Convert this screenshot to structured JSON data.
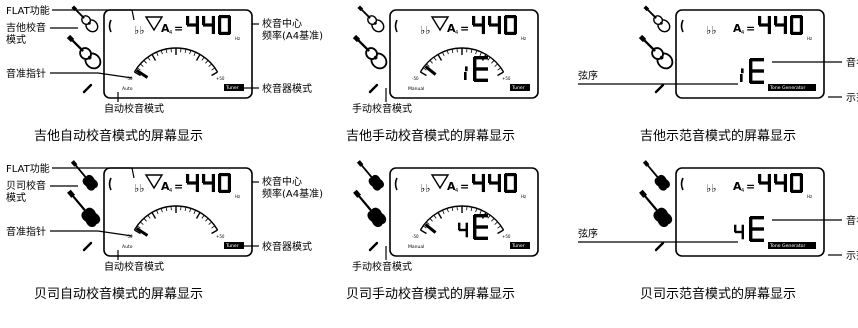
{
  "panels": [
    {
      "caption": "吉他自动校音模式的屏幕显示",
      "mode": "auto",
      "string_label": "",
      "mode_text": "Auto",
      "badge": "Tuner",
      "callouts": {
        "flat": "FLAT功能",
        "instrument_line1": "吉他校音",
        "instrument_line2": "模式",
        "needle": "音准指针",
        "center_line1": "校音中心",
        "center_line2": "频率(A4基准)",
        "tuner_mode": "校音器模式",
        "mode_label": "自动校音模式"
      }
    },
    {
      "caption": "吉他手动校音模式的屏幕显示",
      "mode": "manual",
      "string_label": "1E",
      "mode_text": "Manual",
      "badge": "Tuner",
      "callouts": {
        "mode_label": "手动校音模式"
      }
    },
    {
      "caption": "吉他示范音模式的屏幕显示",
      "mode": "tone",
      "string_label": "1E",
      "mode_text": "",
      "badge": "Tone Generator",
      "callouts": {
        "string_no": "弦序",
        "note_name": "音名",
        "tone_mode": "示范音"
      }
    },
    {
      "caption": "贝司自动校音模式的屏幕显示",
      "mode": "auto",
      "string_label": "",
      "mode_text": "Auto",
      "badge": "Tuner",
      "callouts": {
        "flat": "FLAT功能",
        "instrument_line1": "贝司校音",
        "instrument_line2": "模式",
        "needle": "音准指针",
        "center_line1": "校音中心",
        "center_line2": "频率(A4基准)",
        "tuner_mode": "校音器模式",
        "mode_label": "自动校音模式"
      }
    },
    {
      "caption": "贝司手动校音模式的屏幕显示",
      "mode": "manual",
      "string_label": "4E",
      "mode_text": "Manual",
      "badge": "Tuner",
      "callouts": {
        "mode_label": "手动校音模式"
      }
    },
    {
      "caption": "贝司示范音模式的屏幕显示",
      "mode": "tone",
      "string_label": "4E",
      "mode_text": "",
      "badge": "Tone Generator",
      "callouts": {
        "string_no": "弦序",
        "note_name": "音名",
        "tone_mode": "示范音"
      }
    }
  ],
  "display": {
    "a4_symbol": "A",
    "a4_sub": "4",
    "a4_equals": "=",
    "a4_value": "440",
    "hz": "Hz",
    "flat_symbol": "♭♭",
    "scale_left": "-50",
    "scale_right": "+50"
  }
}
